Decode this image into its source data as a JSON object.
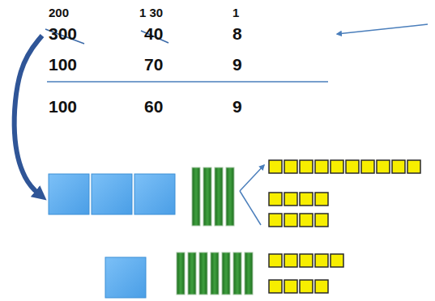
{
  "diagram": {
    "labels": [
      "200",
      "1 30",
      "1",
      "300",
      "40",
      "8",
      "100",
      "70",
      "9",
      "100",
      "60",
      "9"
    ]
  }
}
